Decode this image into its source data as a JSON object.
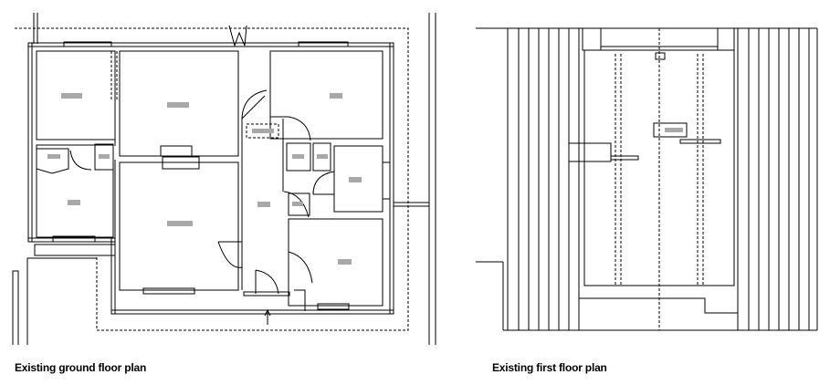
{
  "captions": {
    "ground": "Existing ground floor plan",
    "first": "Existing first floor plan"
  },
  "colors": {
    "line": "#000000",
    "room_label_block": "#a8a8a8",
    "background": "#ffffff"
  },
  "room_labels_rendered_as": "grey placeholder bars (text illegible)"
}
